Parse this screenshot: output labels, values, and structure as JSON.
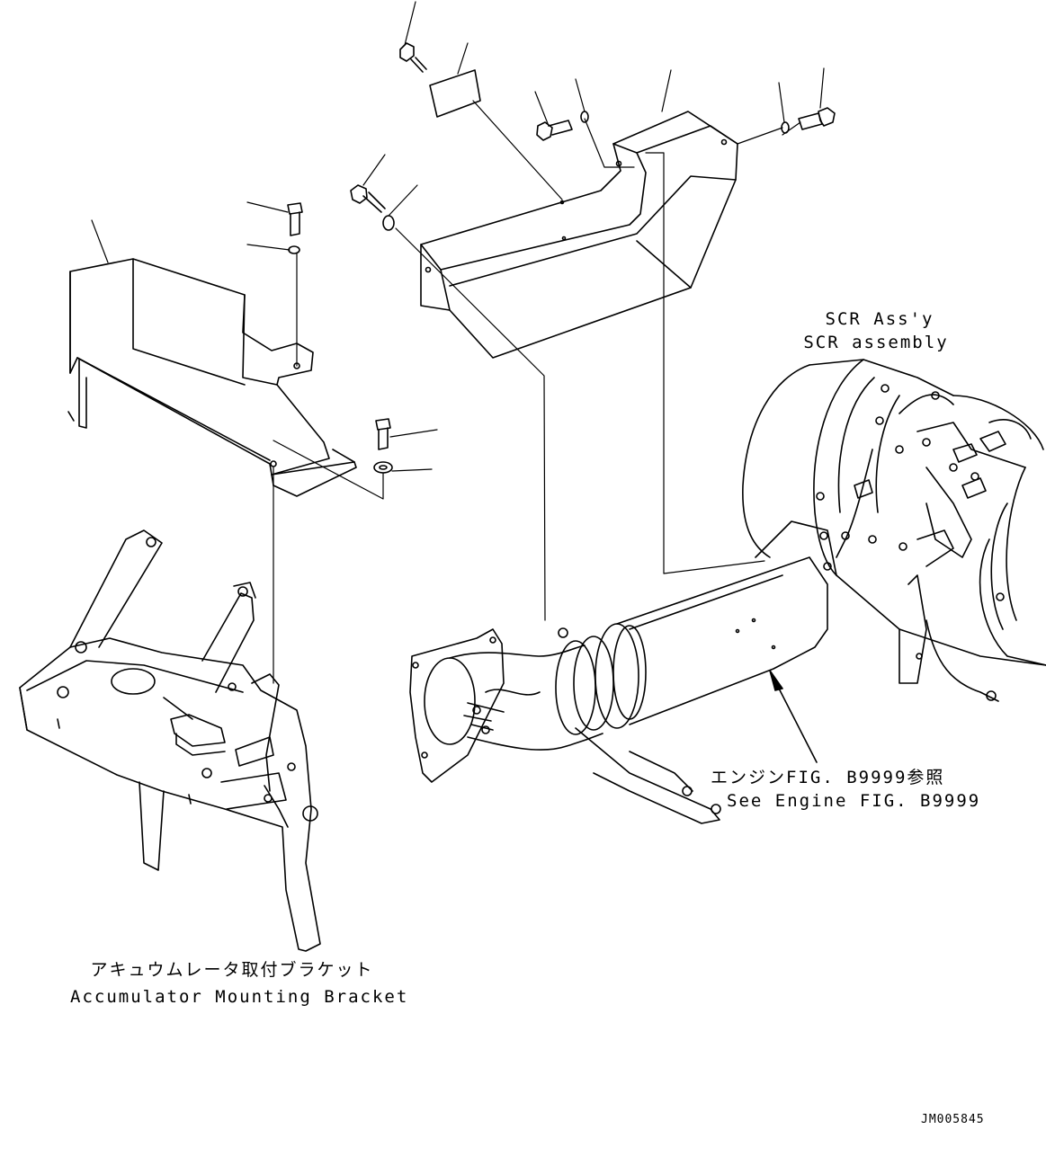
{
  "labels": {
    "scr_jp": "SCR Ass'y",
    "scr_en": "SCR assembly",
    "engine_jp": "エンジンFIG. B9999参照",
    "engine_en": "See Engine FIG. B9999",
    "accum_jp": "アキュウムレータ取付ブラケット",
    "accum_en": "Accumulator Mounting Bracket"
  },
  "drawing_code": "JM005845"
}
